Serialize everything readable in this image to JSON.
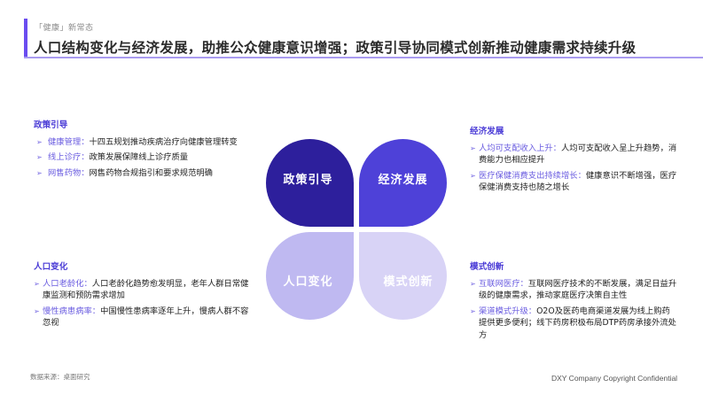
{
  "header": {
    "subtitle": "「健康」新常态",
    "title": "人口结构变化与经济发展，助推公众健康意识增强；政策引导协同模式创新推动健康需求持续升级",
    "accent_color": "#6a4cf0"
  },
  "diagram": {
    "petals": [
      {
        "label": "政策引导",
        "color": "#2d1f9c"
      },
      {
        "label": "经济发展",
        "color": "#4e41d8"
      },
      {
        "label": "人口变化",
        "color": "#bfb9f1"
      },
      {
        "label": "模式创新",
        "color": "#d8d3f6"
      }
    ]
  },
  "blocks": {
    "policy": {
      "title": "政策引导",
      "items": [
        {
          "key": "健康管理：",
          "value": "十四五规划推动疾病治疗向健康管理转变"
        },
        {
          "key": "线上诊疗：",
          "value": "政策发展保障线上诊疗质量"
        },
        {
          "key": "网售药物：",
          "value": "网售药物合规指引和要求规范明确"
        }
      ]
    },
    "population": {
      "title": "人口变化",
      "items": [
        {
          "key": "人口老龄化：",
          "value": "人口老龄化趋势愈发明显，老年人群日常健康监测和预防需求增加"
        },
        {
          "key": "慢性病患病率：",
          "value": "中国慢性患病率逐年上升，慢病人群不容忽视"
        }
      ]
    },
    "economy": {
      "title": "经济发展",
      "items": [
        {
          "key": "人均可支配收入上升：",
          "value": "人均可支配收入呈上升趋势，消费能力也相应提升"
        },
        {
          "key": "医疗保健消费支出持续增长：",
          "value": "健康意识不断增强，医疗保健消费支持也随之增长"
        }
      ]
    },
    "model": {
      "title": "模式创新",
      "items": [
        {
          "key": "互联网医疗：",
          "value": "互联网医疗技术的不断发展，满足日益升级的健康需求，推动家庭医疗决策自主性"
        },
        {
          "key": "渠道模式升级：",
          "value": "O2O及医药电商渠道发展为线上购药提供更多便利；线下药房积极布局DTP药房承接外流处方"
        }
      ]
    }
  },
  "bullet_glyph": "➢",
  "footer": {
    "source": "数据来源：桌面研究",
    "copyright": "DXY Company Copyright Confidential"
  }
}
